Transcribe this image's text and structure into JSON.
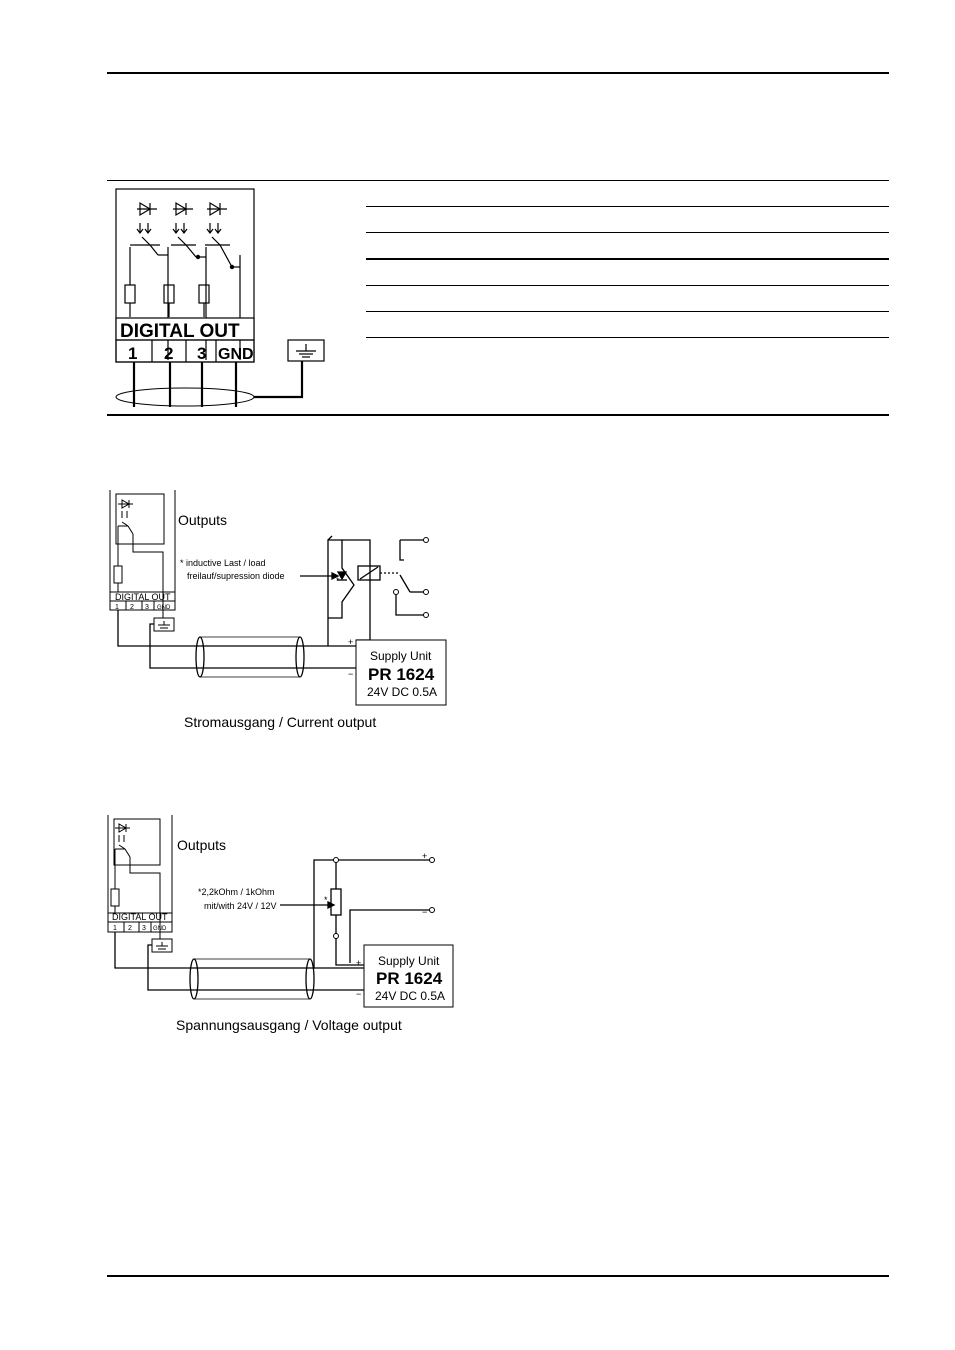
{
  "terminal_block": {
    "title": "DIGITAL OUT",
    "terminals": [
      "1",
      "2",
      "3",
      "GND"
    ]
  },
  "current_output": {
    "outputs_label": "Outputs",
    "module_title": "DIGITAL OUT",
    "module_terminals": [
      "1",
      "2",
      "3",
      "GND"
    ],
    "note_line1": "* inductive Last / load",
    "note_line2": "freilauf/supression diode",
    "note_marker": "*",
    "supply_title": "Supply Unit",
    "supply_model": "PR 1624",
    "supply_rating": "24V DC 0.5A",
    "plus": "+",
    "minus": "−",
    "caption": "Stromausgang / Current output"
  },
  "voltage_output": {
    "outputs_label": "Outputs",
    "module_title": "DIGITAL OUT",
    "module_terminals": [
      "1",
      "2",
      "3",
      "GND"
    ],
    "note_line1": "*2,2kOhm / 1kOhm",
    "note_line2": "mit/with 24V / 12V",
    "note_marker": "*",
    "supply_title": "Supply Unit",
    "supply_model": "PR 1624",
    "supply_rating": "24V DC 0.5A",
    "plus": "+",
    "minus": "−",
    "caption": "Spannungsausgang / Voltage output"
  }
}
